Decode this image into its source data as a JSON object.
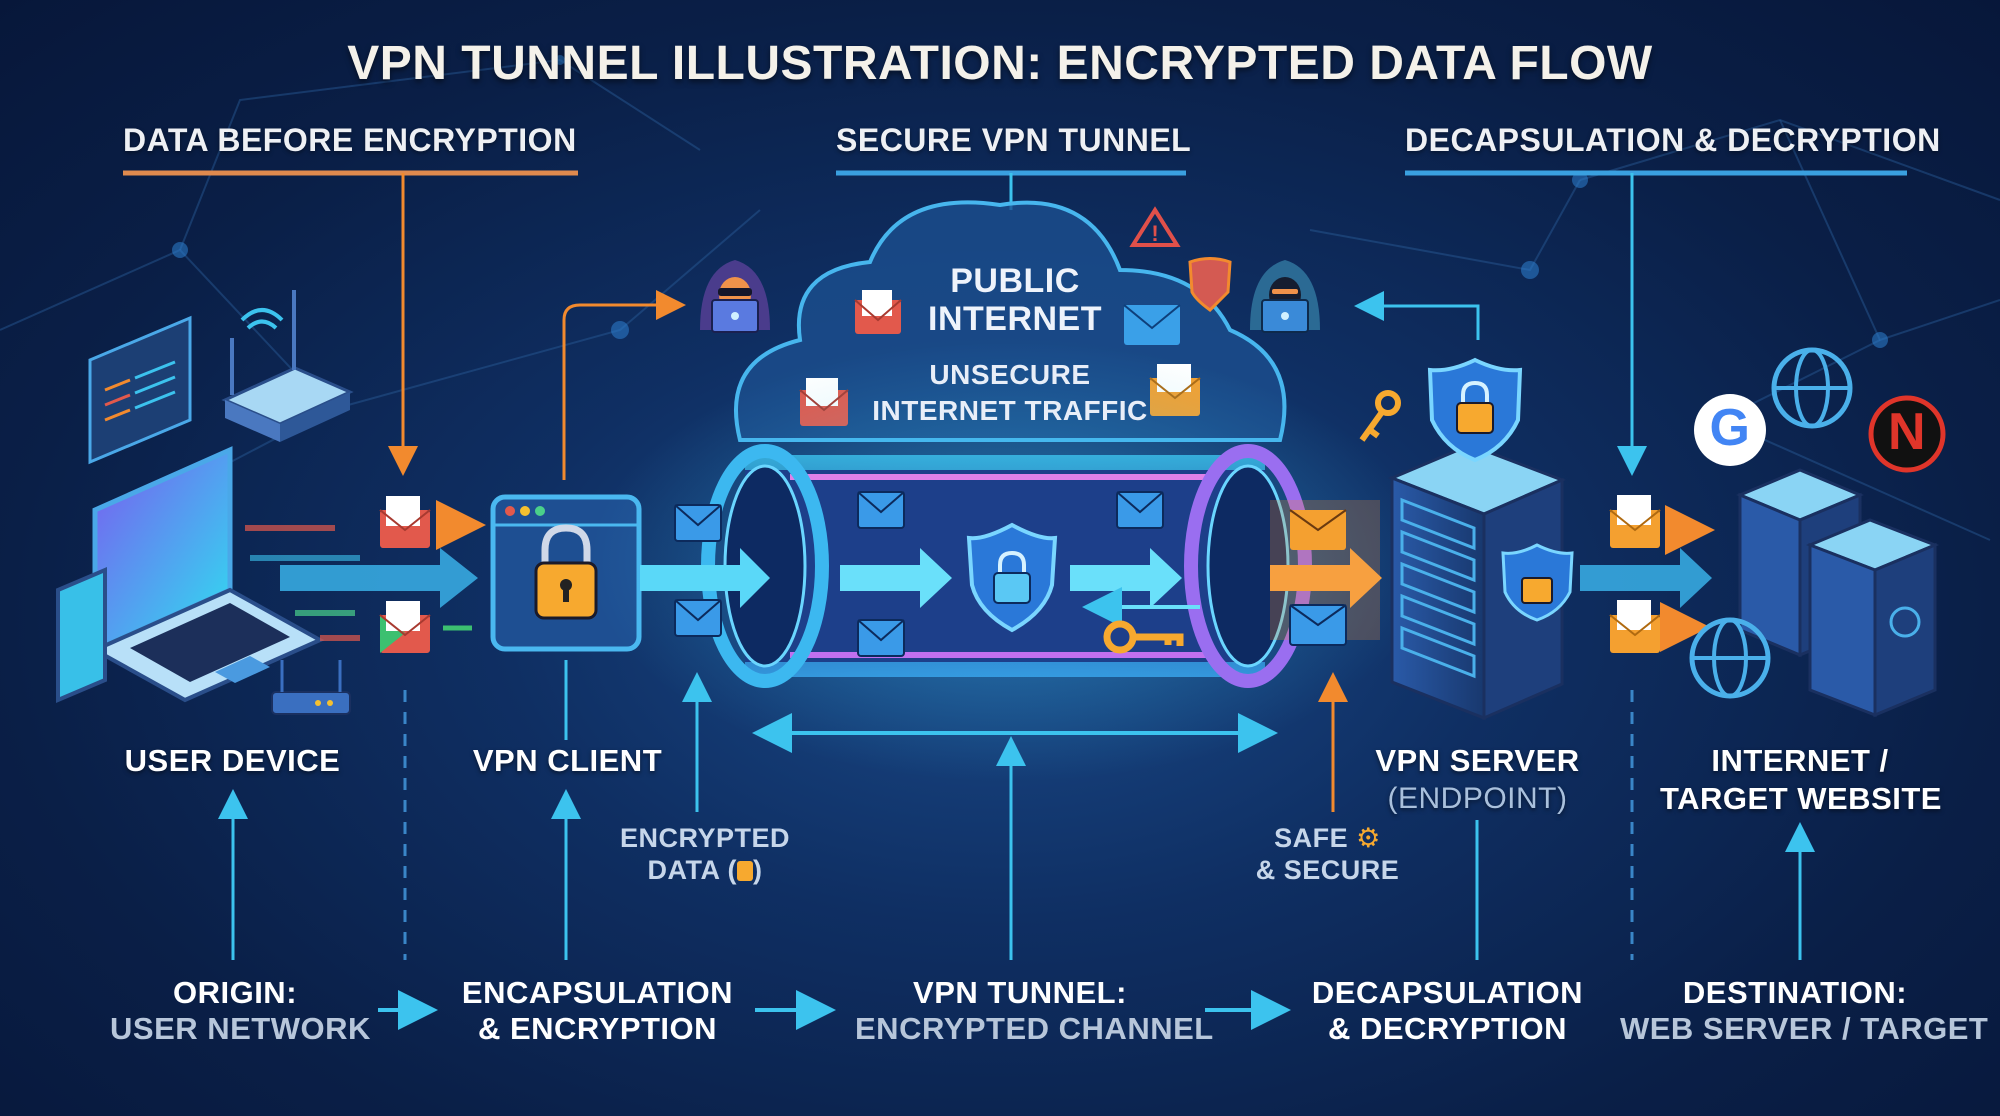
{
  "title": "VPN TUNNEL ILLUSTRATION: ENCRYPTED DATA FLOW",
  "colors": {
    "background": "#0a1f47",
    "accent_cyan": "#3cc3ee",
    "accent_orange": "#f28a2e",
    "accent_purple": "#a060f0",
    "lock_gold": "#f7a92f",
    "danger_red": "#e0504a"
  },
  "section_headers": [
    {
      "label": "DATA BEFORE ENCRYPTION",
      "color": "orange"
    },
    {
      "label": "SECURE VPN TUNNEL",
      "color": "cyan"
    },
    {
      "label": "DECAPSULATION & DECRYPTION",
      "color": "cyan"
    }
  ],
  "cloud": {
    "title_line1": "PUBLIC",
    "title_line2": "INTERNET",
    "sub_line1": "UNSECURE",
    "sub_line2": "INTERNET TRAFFIC",
    "icons": [
      "hacker-icon",
      "hacker-icon",
      "warning-icon",
      "broken-shield-icon",
      "envelope-icon",
      "envelope-icon",
      "envelope-icon",
      "envelope-icon"
    ]
  },
  "nodes": [
    {
      "id": "user-device",
      "label": "USER DEVICE",
      "sub": ""
    },
    {
      "id": "vpn-client",
      "label": "VPN CLIENT",
      "sub": ""
    },
    {
      "id": "vpn-server",
      "label": "VPN SERVER",
      "sub": "(ENDPOINT)"
    },
    {
      "id": "internet-target",
      "label": "INTERNET /",
      "sub": "TARGET WEBSITE"
    }
  ],
  "notes": {
    "encrypted_data_line1": "ENCRYPTED",
    "encrypted_data_line2": "DATA (",
    "encrypted_data_close": ")",
    "safe_line1": "SAFE",
    "safe_line2": "& SECURE"
  },
  "flow_steps": [
    {
      "line1": "ORIGIN:",
      "line2": "USER NETWORK"
    },
    {
      "line1": "ENCAPSULATION",
      "line2": "& ENCRYPTION"
    },
    {
      "line1": "VPN TUNNEL:",
      "line2": "ENCRYPTED CHANNEL"
    },
    {
      "line1": "DECAPSULATION",
      "line2": "& DECRYPTION"
    },
    {
      "line1": "DESTINATION:",
      "line2": "WEB SERVER / TARGET"
    }
  ],
  "brand_icons": {
    "google_letter": "G",
    "netflix_letter": "N"
  }
}
